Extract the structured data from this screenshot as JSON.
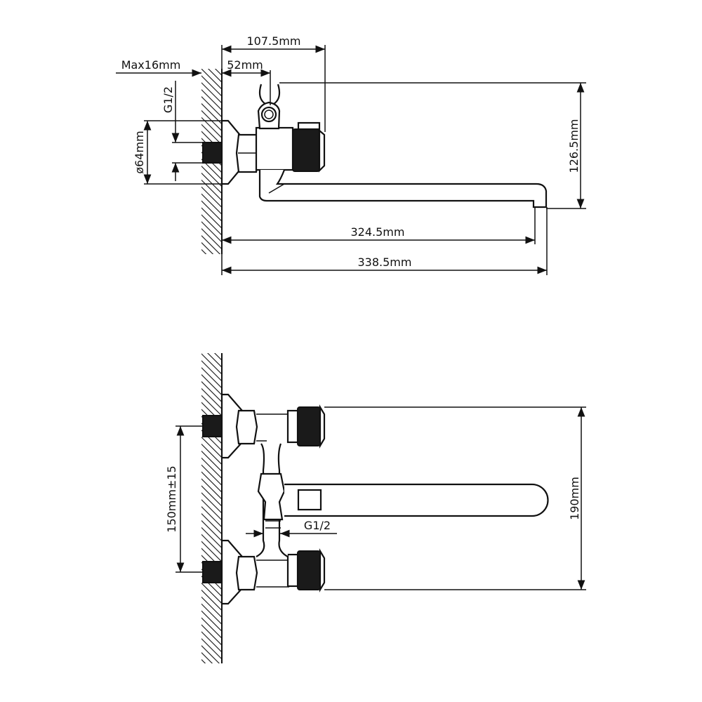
{
  "top_view": {
    "dim_overall_depth": "107.5mm",
    "dim_holder_offset": "52mm",
    "dim_max_wall": "Max16mm",
    "dim_thread": "G1/2",
    "dim_escutcheon": "ø64mm",
    "dim_height": "126.5mm",
    "dim_spout_reach": "324.5mm",
    "dim_total_reach": "338.5mm"
  },
  "front_view": {
    "dim_center_distance": "150mm±15",
    "dim_width": "190mm",
    "dim_thread": "G1/2"
  },
  "colors": {
    "line": "#111111",
    "background": "#ffffff"
  }
}
